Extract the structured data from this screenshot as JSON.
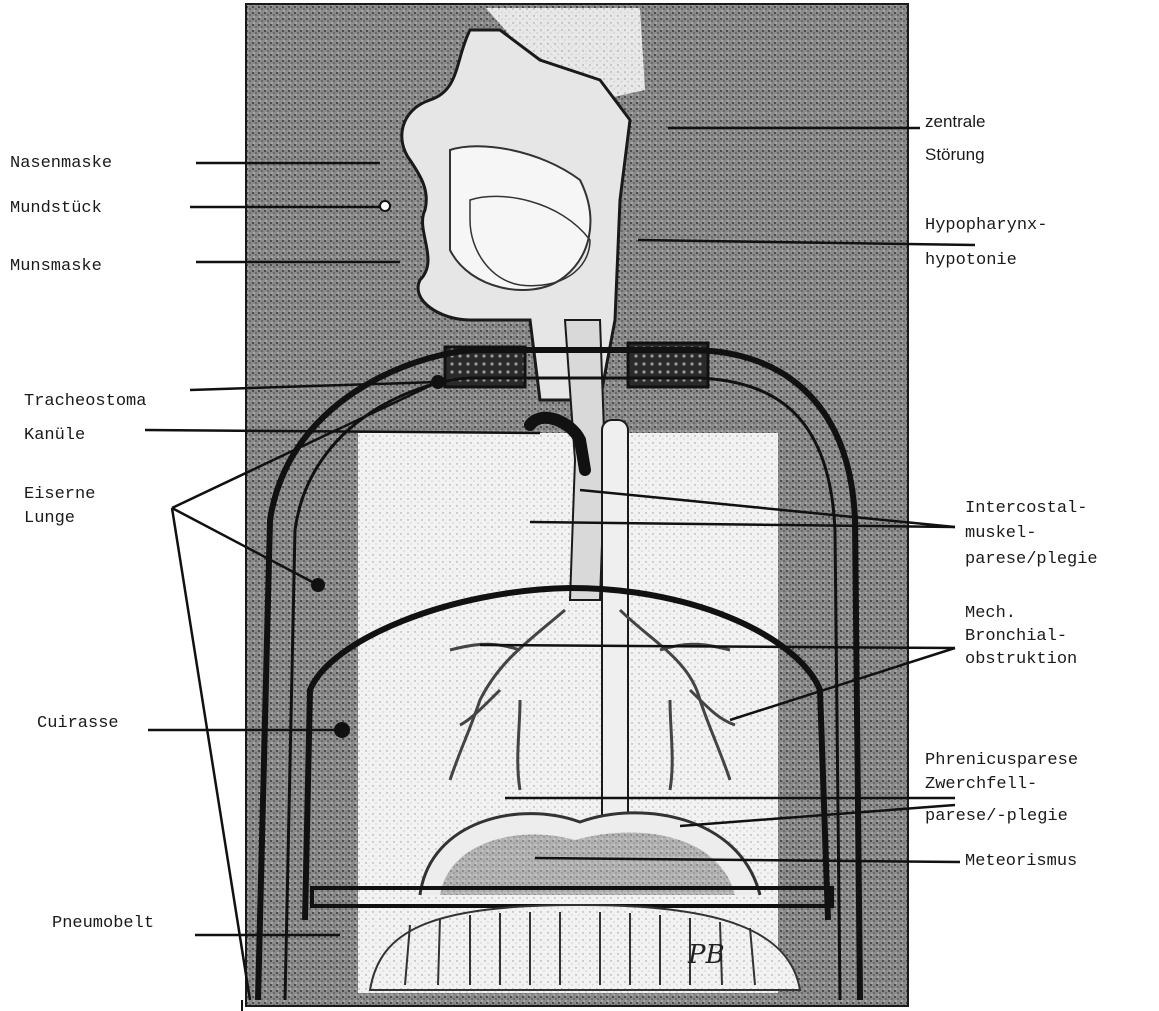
{
  "labels_left": {
    "nasenmaske": "Nasenmaske",
    "mundstueck": "Mundstück",
    "munsmaske": "Munsmaske",
    "tracheostoma": "Tracheostoma",
    "kanuele": "Kanüle",
    "eiserne": "Eiserne",
    "lunge": "Lunge",
    "cuirasse": "Cuirasse",
    "pneumobelt": "Pneumobelt"
  },
  "labels_right": {
    "zentrale": "zentrale",
    "stoerung": "Störung",
    "hypopharynx": "Hypopharynx-",
    "hypotonie": "hypotonie",
    "intercostal": "Intercostal-",
    "muskel": "muskel-",
    "parese_plegie": "parese/plegie",
    "mech": "Mech.",
    "bronchial": "Bronchial-",
    "obstruktion": "obstruktion",
    "phrenicus": "Phrenicusparese",
    "zwerchfell": "Zwerchfell-",
    "parese_plegie2": "parese/-plegie",
    "meteorismus": "Meteorismus"
  },
  "signature": "PB",
  "colors": {
    "ink": "#1a1a1a",
    "stipple": "#6d6d6d",
    "paper": "#ffffff",
    "light_panel": "#ececec"
  }
}
